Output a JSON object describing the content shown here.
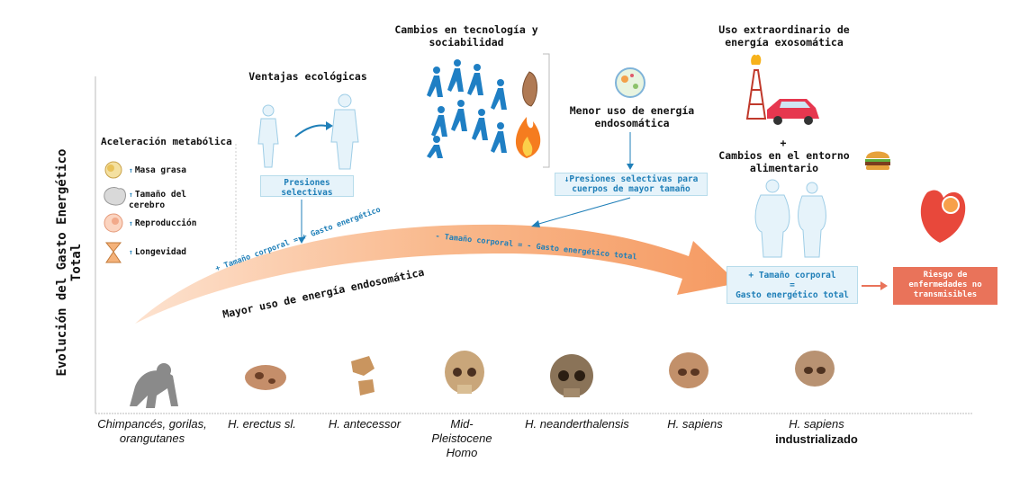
{
  "y_axis_title": "Evolución del Gasto Energético Total",
  "metabolic": {
    "title": "Aceleración metabólica",
    "up_symbol": "↑",
    "items": [
      "Masa grasa",
      "Tamaño del cerebro",
      "Reproducción",
      "Longevidad"
    ],
    "icons": [
      "fat-cell-icon",
      "brain-icon",
      "embryo-icon",
      "hourglass-icon"
    ]
  },
  "ecological": {
    "title": "Ventajas ecológicas",
    "box": "Presiones selectivas"
  },
  "technology": {
    "title": "Cambios en tecnología y sociabilidad"
  },
  "endosomatic": {
    "title": "Menor uso de energía endosomática",
    "box": "↓Presiones selectivas para cuerpos de mayor tamaño"
  },
  "exosomatic": {
    "title": "Uso extraordinario de energía exosomática",
    "plus": "+",
    "food_title": "Cambios en el entorno alimentario"
  },
  "arrow": {
    "label1": "+ Tamaño corporal  = + Gasto energético",
    "label2": "- Tamaño corporal  = - Gasto energético total",
    "main_text": "Mayor uso de energía endosomática"
  },
  "result_box": {
    "line1": "+ Tamaño corporal",
    "line2": "=",
    "line3": "Gasto energético total"
  },
  "risk_box": "Riesgo de enfermedades no transmisibles",
  "taxa": [
    {
      "name": "Chimpancés, gorilas, orangutanes"
    },
    {
      "name": "H. erectus sl."
    },
    {
      "name": "H. antecessor"
    },
    {
      "name": "Mid-Pleistocene Homo"
    },
    {
      "name": "H. neanderthalensis"
    },
    {
      "name": "H. sapiens"
    },
    {
      "name": "H. sapiens",
      "sub": "industrializado"
    }
  ],
  "colors": {
    "arrow": "#f7a470",
    "box_blue": "#e6f3fa",
    "text_blue": "#1f7fb8",
    "risk": "#e9735a",
    "body_blue": "#cfe6f3"
  }
}
